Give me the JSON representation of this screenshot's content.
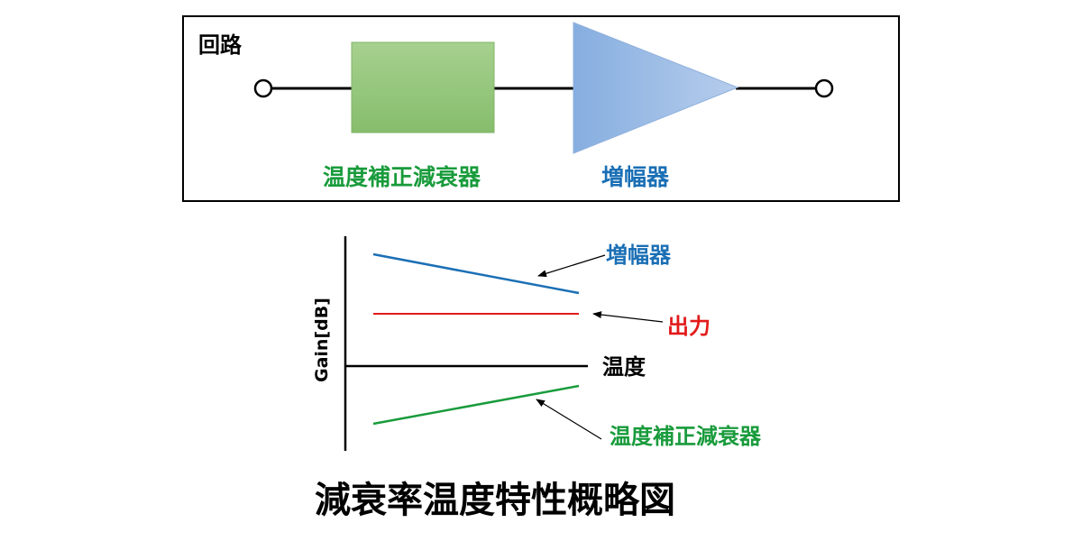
{
  "circuit": {
    "panel_label": "回路",
    "attenuator_label": "温度補正減衰器",
    "amplifier_label": "増幅器"
  },
  "graph": {
    "y_axis_label": "Gain[dB]",
    "labels": {
      "amplifier": "増幅器",
      "output": "出力",
      "temperature": "温度",
      "attenuator": "温度補正減衰器"
    }
  },
  "title": "減衰率温度特性概略図",
  "colors": {
    "attenuator": "#199b3c",
    "amplifier": "#1a6fb5",
    "output": "#e31a1a",
    "text": "#000000",
    "attenuator_fill": "#93c47d",
    "amplifier_fill": "#8fb4e3"
  }
}
